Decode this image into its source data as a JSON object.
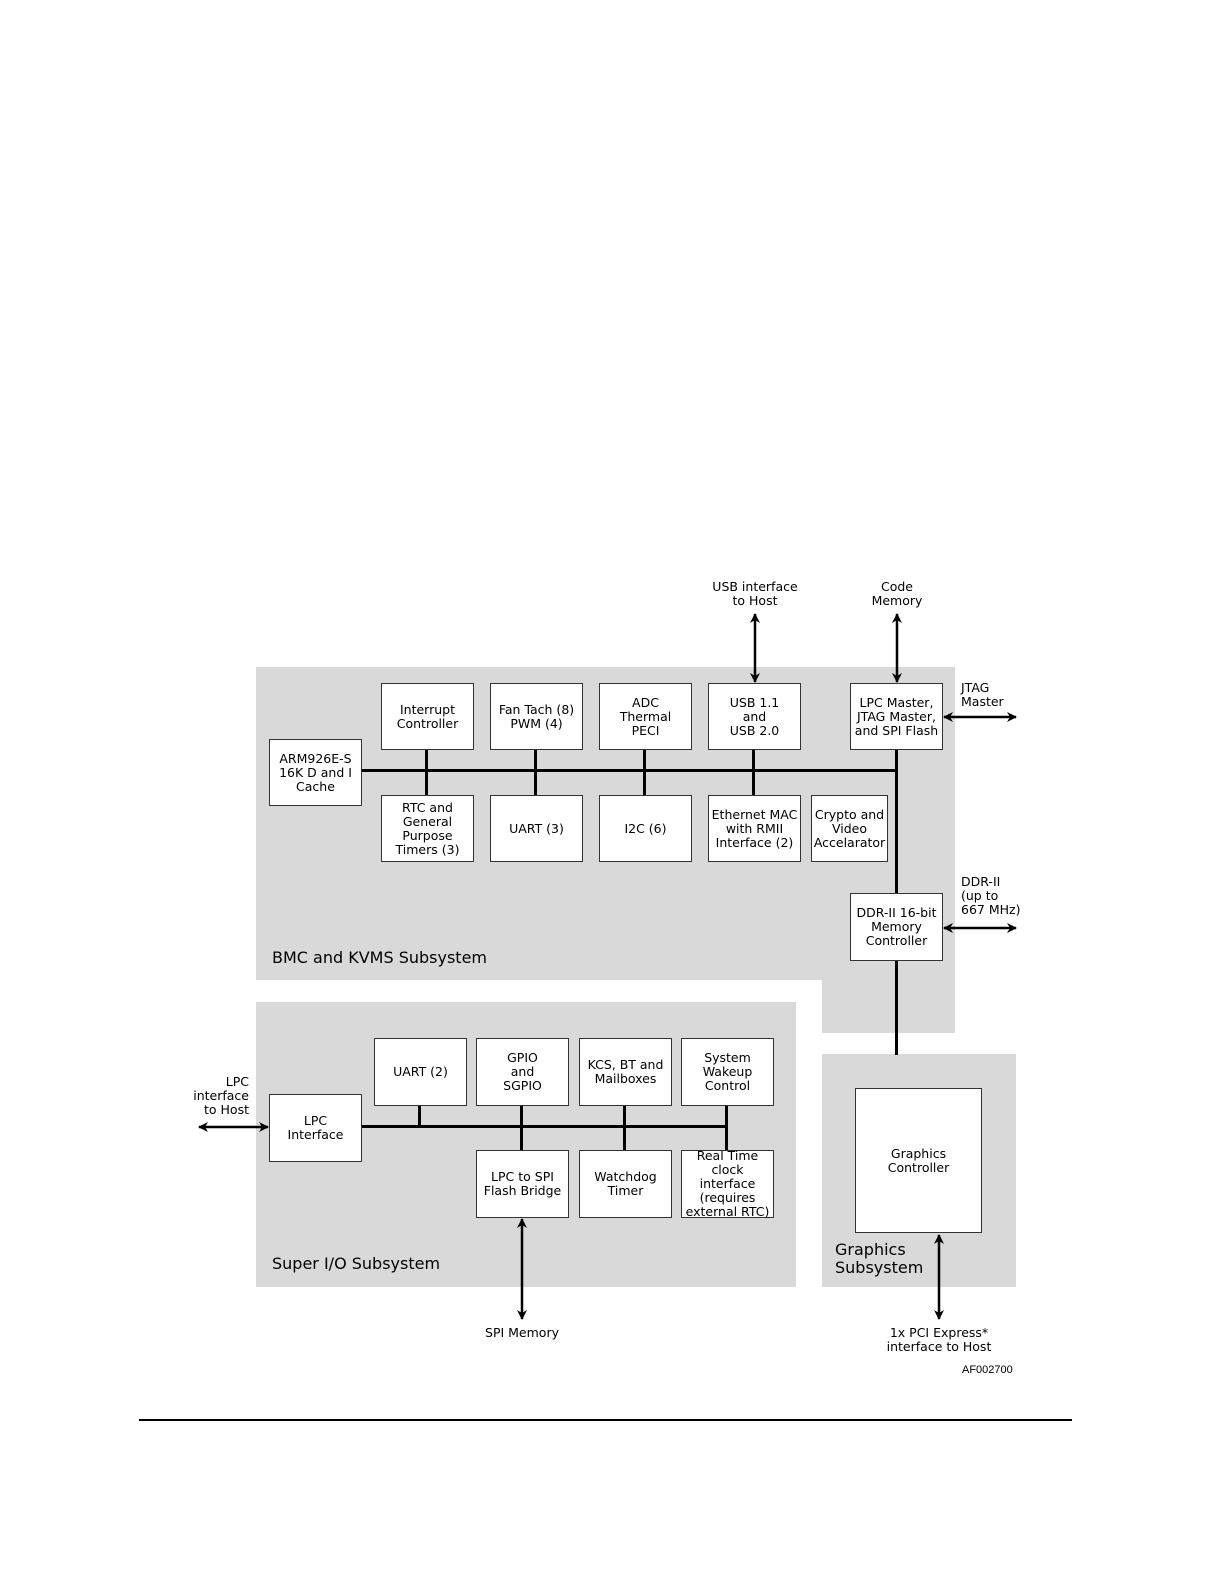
{
  "bmc": {
    "label": "BMC and KVMS Subsystem",
    "cpu": "ARM926E-S\n16K D and I\nCache",
    "interrupt": "Interrupt\nController",
    "fan": "Fan Tach (8)\nPWM (4)",
    "adc": "ADC\nThermal\nPECI",
    "usb": "USB 1.1\nand\nUSB 2.0",
    "lpc_master": "LPC Master,\nJTAG Master,\nand SPI Flash",
    "rtc": "RTC and\nGeneral\nPurpose\nTimers (3)",
    "uart": "UART (3)",
    "i2c": "I2C (6)",
    "ethernet": "Ethernet MAC\nwith RMII\nInterface (2)",
    "crypto": "Crypto and\nVideo\nAccelarator",
    "ddr": "DDR-II 16-bit\nMemory\nController"
  },
  "sio": {
    "label": "Super I/O Subsystem",
    "lpc_interface": "LPC\nInterface",
    "uart": "UART (2)",
    "gpio": "GPIO\nand\nSGPIO",
    "kcs": "KCS, BT and\nMailboxes",
    "wakeup": "System\nWakeup\nControl",
    "lpc_spi": "LPC to SPI\nFlash Bridge",
    "watchdog": "Watchdog\nTimer",
    "rtc": "Real Time\nclock interface\n(requires\nexternal RTC)"
  },
  "graphics": {
    "label": "Graphics\nSubsystem",
    "controller": "Graphics\nController"
  },
  "external": {
    "usb_host": "USB interface\nto Host",
    "code_memory": "Code\nMemory",
    "jtag": "JTAG\nMaster",
    "ddr": "DDR-II\n(up to\n667 MHz)",
    "lpc_host": "LPC\ninterface\nto Host",
    "spi_memory": "SPI Memory",
    "pcie": "1x PCI Express*\ninterface to Host"
  },
  "figure_id": "AF002700"
}
